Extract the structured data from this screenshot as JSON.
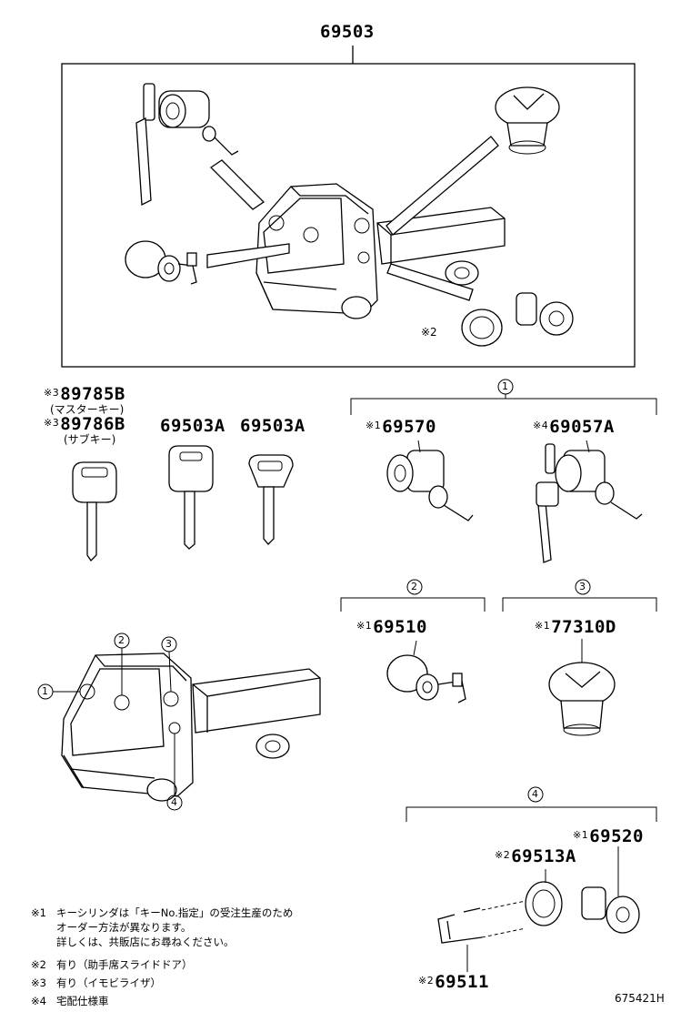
{
  "main_part": "69503",
  "box": {
    "note_mark": "※2"
  },
  "keys": {
    "master": {
      "mark": "※3",
      "part": "89785B",
      "desc": "(マスターキー)"
    },
    "sub": {
      "mark": "※3",
      "part": "89786B",
      "desc": "(サブキー)"
    },
    "key_a1": {
      "part": "69503A"
    },
    "key_a2": {
      "part": "69503A"
    }
  },
  "groups": {
    "g1": {
      "number": "1",
      "parts": [
        {
          "mark": "※1",
          "part": "69570"
        },
        {
          "mark": "※4",
          "part": "69057A"
        }
      ]
    },
    "g2": {
      "number": "2",
      "parts": [
        {
          "mark": "※1",
          "part": "69510"
        }
      ]
    },
    "g3": {
      "number": "3",
      "parts": [
        {
          "mark": "※1",
          "part": "77310D"
        }
      ]
    },
    "g4": {
      "number": "4",
      "parts": [
        {
          "mark": "※1",
          "part": "69520"
        },
        {
          "mark": "※2",
          "part": "69513A"
        },
        {
          "mark": "※2",
          "part": "69511"
        }
      ]
    }
  },
  "truck_callouts": [
    "1",
    "2",
    "3",
    "4"
  ],
  "notes": [
    {
      "mark": "※1",
      "text": "キーシリンダは「キーNo.指定」の受注生産のため\nオーダー方法が異なります。\n詳しくは、共販店にお尋ねください。"
    },
    {
      "mark": "※2",
      "text": "有り（助手席スライドドア）"
    },
    {
      "mark": "※3",
      "text": "有り（イモビライザ）"
    },
    {
      "mark": "※4",
      "text": "宅配仕様車"
    }
  ],
  "diagram_id": "675421H"
}
